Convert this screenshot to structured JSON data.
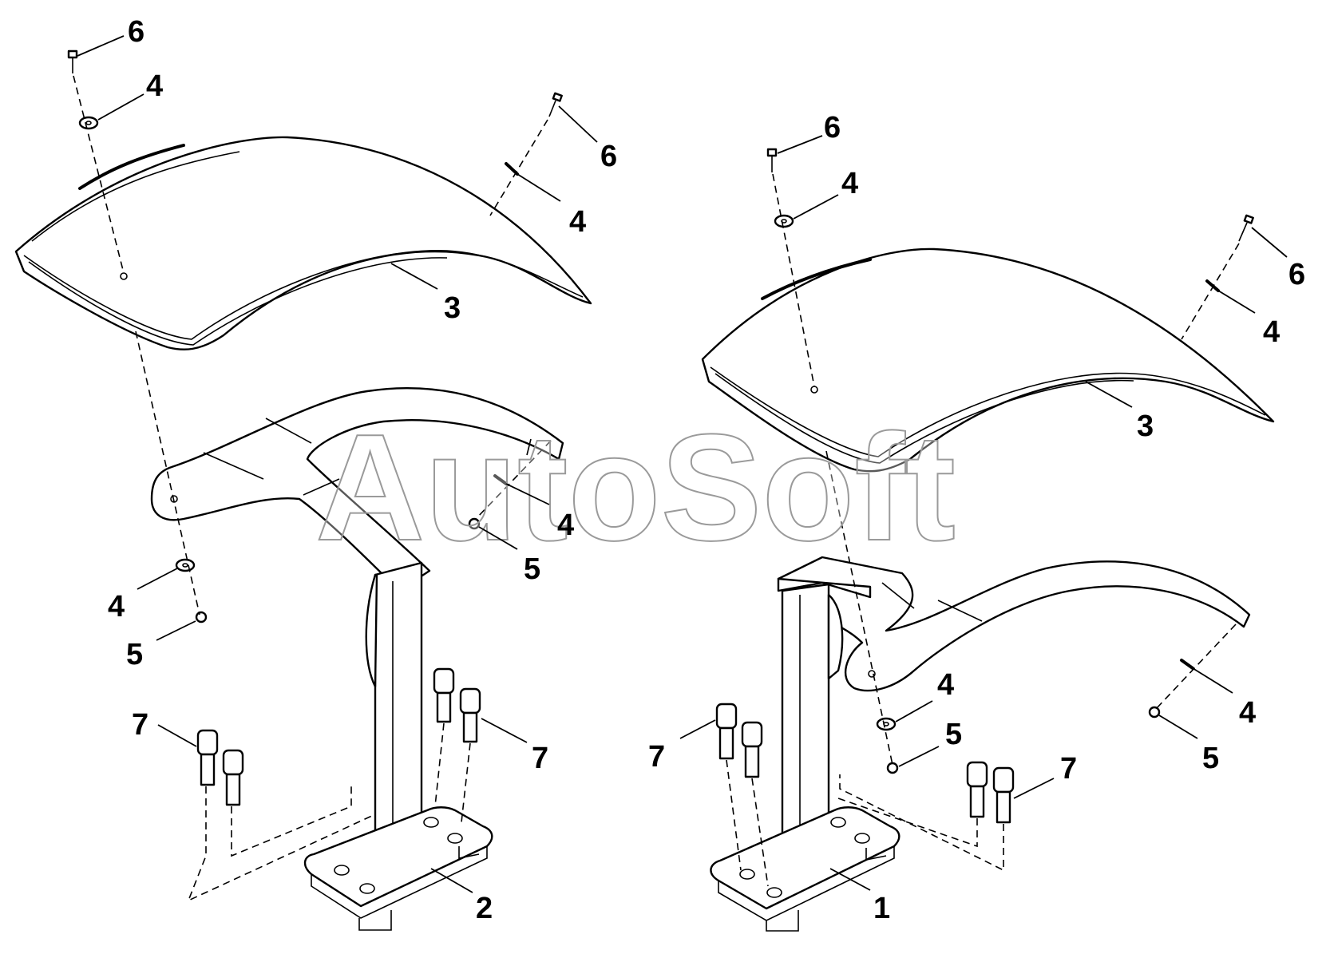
{
  "watermark": "AutoSoft",
  "callouts": {
    "left_assembly": {
      "bolt_top_left": "6",
      "washer_top_left": "4",
      "bolt_top_right": "6",
      "washer_top_right": "4",
      "fender": "3",
      "bracket_washer": "4",
      "bracket_nut": "5",
      "lower_washer": "4",
      "lower_nut": "5",
      "screws_left": "7",
      "screws_right": "7",
      "support": "2"
    },
    "right_assembly": {
      "bolt_top_left": "6",
      "washer_top_left": "4",
      "bolt_top_right": "6",
      "washer_top_right": "4",
      "fender": "3",
      "lower_washer": "4",
      "lower_nut": "5",
      "tip_washer": "4",
      "tip_nut": "5",
      "screws_left": "7",
      "screws_right": "7",
      "support": "1"
    }
  }
}
